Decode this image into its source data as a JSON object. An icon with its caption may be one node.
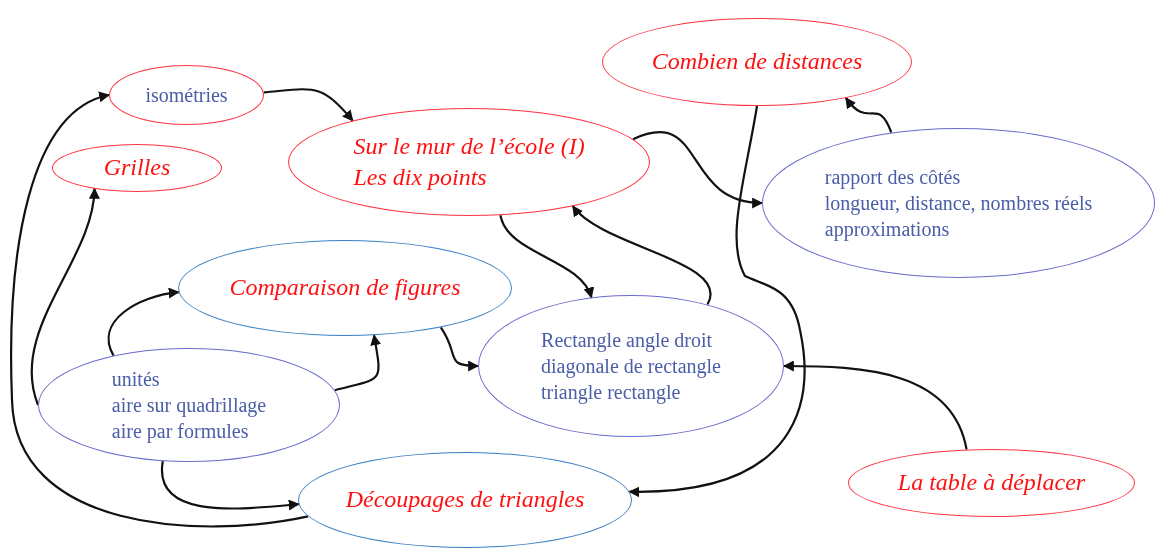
{
  "diagram": {
    "nodes": [
      {
        "text": [
          "Combien de distances"
        ]
      },
      {
        "text": [
          "isométries"
        ]
      },
      {
        "text": [
          "Sur le mur de l’école (I)",
          "Les dix points"
        ]
      },
      {
        "text": [
          "Grilles"
        ]
      },
      {
        "text": [
          "rapport des côtés",
          "longueur, distance, nombres réels",
          "approximations"
        ]
      },
      {
        "text": [
          "Comparaison de figures"
        ]
      },
      {
        "text": [
          "Rectangle angle droit",
          "diagonale de rectangle",
          "triangle rectangle"
        ]
      },
      {
        "text": [
          "unités",
          "aire sur quadrillage",
          "aire par formules"
        ]
      },
      {
        "text": [
          "La table à déplacer"
        ]
      },
      {
        "text": [
          "Découpages de triangles"
        ]
      }
    ],
    "edges": [
      {
        "from": 1,
        "to": 2,
        "arrow": "to"
      },
      {
        "from": 9,
        "to": 1,
        "arrow": "to"
      },
      {
        "from": 7,
        "to": 3,
        "arrow": "to"
      },
      {
        "from": 7,
        "to": 5,
        "arrow": "to"
      },
      {
        "from": 7,
        "to": 5,
        "arrow": "to"
      },
      {
        "from": 7,
        "to": 9,
        "arrow": "to"
      },
      {
        "from": 5,
        "to": 6,
        "arrow": "to"
      },
      {
        "from": 2,
        "to": 6,
        "arrow": "to"
      },
      {
        "from": 6,
        "to": 2,
        "arrow": "to"
      },
      {
        "from": 2,
        "to": 4,
        "arrow": "to"
      },
      {
        "from": 4,
        "to": 0,
        "arrow": "to"
      },
      {
        "from": 0,
        "to": 9,
        "arrow": "to"
      },
      {
        "from": 8,
        "to": 6,
        "arrow": "to"
      }
    ]
  }
}
